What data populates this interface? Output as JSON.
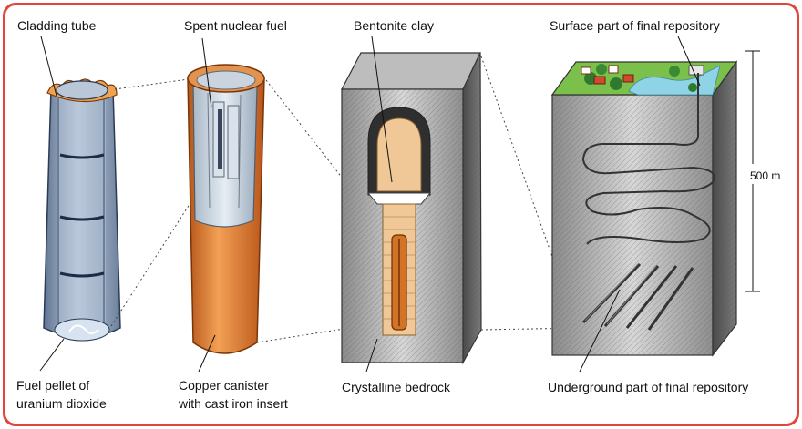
{
  "frame": {
    "border_color": "#e2453c"
  },
  "labels": {
    "cladding_tube": "Cladding tube",
    "spent_fuel": "Spent nuclear fuel",
    "bentonite": "Bentonite clay",
    "surface_repository": "Surface part of final repository",
    "depth": "500 m",
    "fuel_pellet_line1": "Fuel pellet of",
    "fuel_pellet_line2": "uranium dioxide",
    "canister_line1": "Copper canister",
    "canister_line2": "with cast iron insert",
    "bedrock": "Crystalline bedrock",
    "underground_repository": "Underground part of final repository"
  },
  "colors": {
    "copper": "#e07a26",
    "copper_dark": "#a94d10",
    "fuel_blue": "#9fb3cc",
    "rock": "#d8d8d8",
    "rock_dark": "#5c5c5c",
    "bentonite": "#f0c897",
    "water": "#8fd3e6",
    "grass": "#6db33f"
  }
}
